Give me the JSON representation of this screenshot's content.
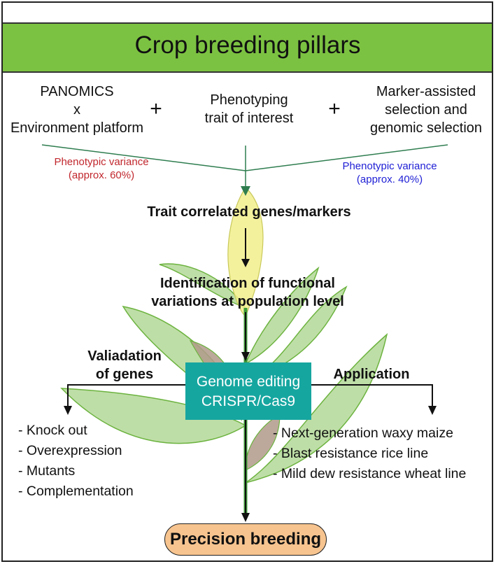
{
  "title": "Crop breeding pillars",
  "inputs": {
    "panomics_line1": "PANOMICS",
    "panomics_line2": "x",
    "panomics_line3": "Environment platform",
    "plus": "+",
    "phenotyping_line1": "Phenotyping",
    "phenotyping_line2": "trait of interest",
    "mas_line1": "Marker-assisted",
    "mas_line2": "selection  and",
    "mas_line3": "genomic selection"
  },
  "variance_left": {
    "line1": "Phenotypic variance",
    "line2": "(approx. 60%)"
  },
  "variance_right": {
    "line1": "Phenotypic variance",
    "line2": "(approx. 40%)"
  },
  "trait_genes": "Trait correlated genes/markers",
  "identification": {
    "line1": "Identification of functional",
    "line2": "variations at population level"
  },
  "validation": {
    "line1": "Valiadation",
    "line2": "of genes"
  },
  "application": "Application",
  "genome_editing": {
    "line1": "Genome editing",
    "line2": "CRISPR/Cas9"
  },
  "validation_items": [
    "- Knock out",
    "- Overexpression",
    "- Mutants",
    "- Complementation"
  ],
  "application_items": [
    "- Next-generation waxy maize",
    "- Blast resistance rice line",
    "- Mild dew resistance wheat line"
  ],
  "result": "Precision breeding",
  "colors": {
    "title_band": "#7cc242",
    "leaf_fill": "#a8d38a",
    "leaf_stroke": "#6cb33f",
    "bud_fill": "#f2ee8c",
    "brown_leaf": "#b09a8a",
    "stem": "#3c9a36",
    "editing_box": "#16a6a0",
    "pill": "#f7c48f",
    "variance_left": "#c1272d",
    "variance_right": "#1f1fd6",
    "connector": "#2e7d4f"
  }
}
